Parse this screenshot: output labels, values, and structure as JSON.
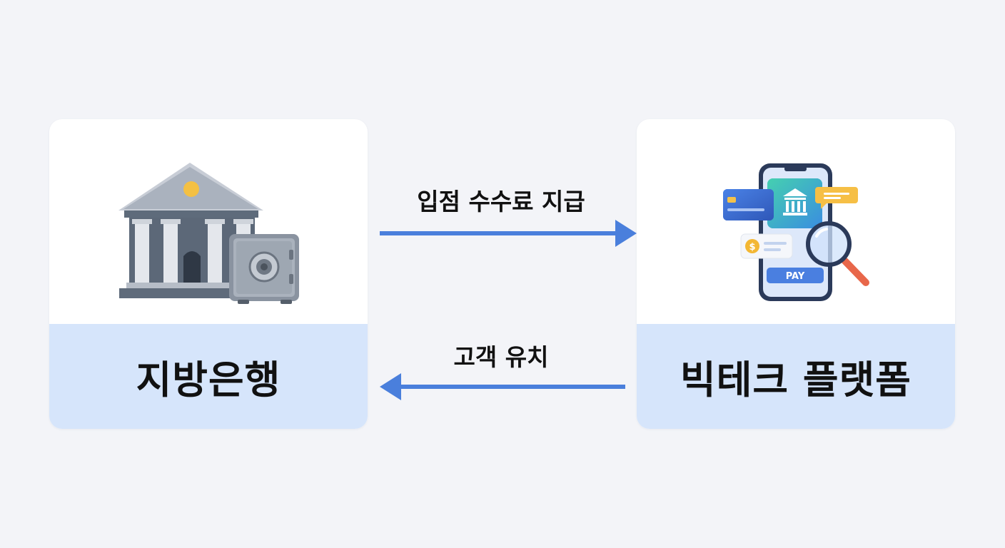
{
  "left_card": {
    "label": "지방은행",
    "icon": "bank-with-safe-icon"
  },
  "right_card": {
    "label": "빅테크 플랫폼",
    "icon": "smartphone-fintech-icon",
    "pay_label": "PAY"
  },
  "flows": {
    "fee": {
      "label": "입점 수수료 지급",
      "direction": "right"
    },
    "attract": {
      "label": "고객 유치",
      "direction": "left"
    }
  },
  "colors": {
    "background": "#f3f4f8",
    "card": "#ffffff",
    "label_band": "#d6e5fb",
    "arrow": "#4a7fdc"
  }
}
